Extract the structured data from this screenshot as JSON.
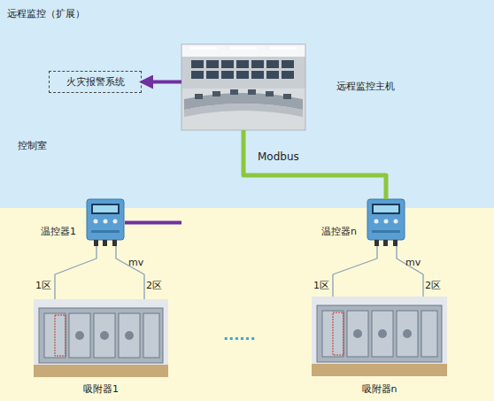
{
  "diagram": {
    "nodes": [
      {
        "text": [
          "远程监控（扩展）",
          "控制室"
        ]
      },
      {
        "text": [
          "火灾报警系统"
        ],
        "in": 0
      },
      {
        "text": [
          "远程监控主机"
        ],
        "in": 0
      },
      {
        "text": [
          "温控器1"
        ]
      },
      {
        "text": [
          "温控器n"
        ]
      },
      {
        "text": [
          "吸附器1"
        ]
      },
      {
        "text": [
          "吸附器n"
        ]
      }
    ],
    "edges": [
      {
        "from": 2,
        "to": 1,
        "arrow": "to"
      },
      {
        "from": 2,
        "to": 3,
        "arrow": "none"
      },
      {
        "from": 2,
        "to": 4,
        "arrow": "none"
      },
      {
        "from": 3,
        "to": 5,
        "label": "1区",
        "arrow": "none"
      },
      {
        "from": 3,
        "to": 5,
        "label": "2区",
        "arrow": "none"
      },
      {
        "from": 4,
        "to": 6,
        "label": "1区",
        "arrow": "none"
      },
      {
        "from": 4,
        "to": 6,
        "label": "2区",
        "arrow": "none"
      }
    ],
    "labels": [
      "Modbus",
      "mv",
      "mv",
      "......"
    ]
  }
}
